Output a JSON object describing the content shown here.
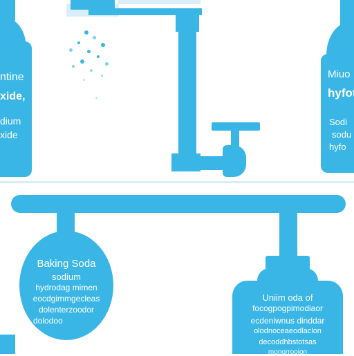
{
  "colors": {
    "primary": "#39b6e6",
    "light": "#d9eef8",
    "background": "#ffffff",
    "label_text": "#ffffff"
  },
  "left_bottle": {
    "lines": [
      "ntine",
      "xide,",
      "dium",
      "xide"
    ]
  },
  "right_bottle": {
    "lines": [
      "Miuo",
      "hyfot",
      "Sodi",
      "sodu",
      "hyfo"
    ]
  },
  "baking_soda_circle": {
    "title": "Baking Soda",
    "lines": [
      "sodium",
      "hydrodag mimen",
      "eocdgimmgecleas",
      "dolenterzoodor",
      "dolodoo"
    ]
  },
  "right_tank": {
    "lines": [
      "Uniim oda of",
      "focogpogpimodiaor",
      "ecdeniwnus dinddar",
      "olodnoceaeodlaclon",
      "decoddhbstotsas",
      "monorrooion"
    ]
  }
}
